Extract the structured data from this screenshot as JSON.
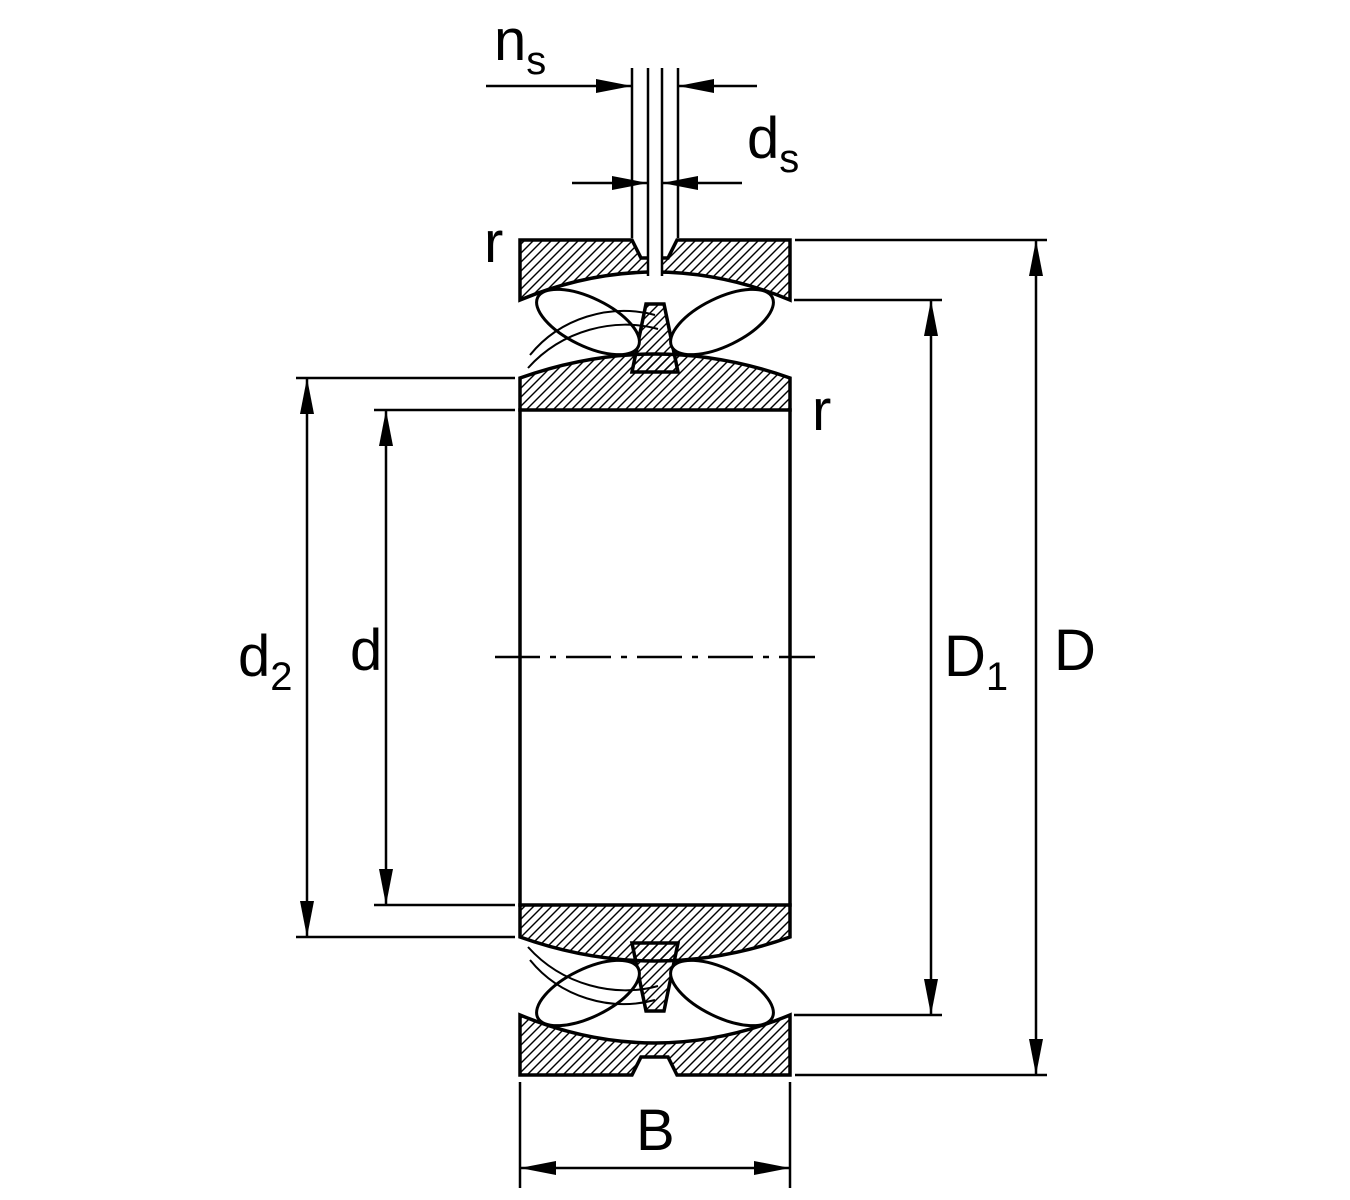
{
  "title": "Spherical roller bearing cross-section dimension drawing",
  "colors": {
    "line": "#000000",
    "background": "#ffffff"
  },
  "labels": {
    "ns": {
      "base": "n",
      "sub": "s"
    },
    "ds": {
      "base": "d",
      "sub": "s"
    },
    "r_top": "r",
    "r_right": "r",
    "d2": {
      "base": "d",
      "sub": "2"
    },
    "d": "d",
    "D1": {
      "base": "D",
      "sub": "1"
    },
    "D": "D",
    "B": "B"
  }
}
